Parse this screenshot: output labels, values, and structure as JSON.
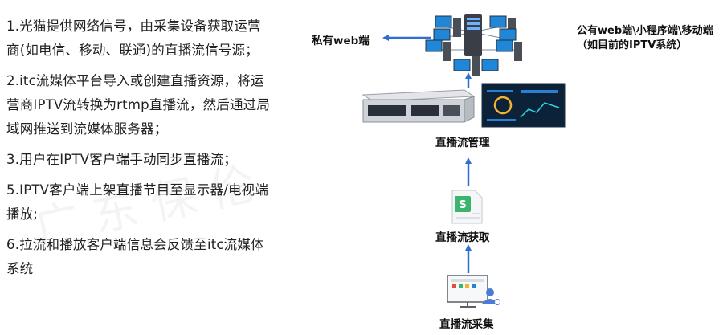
{
  "steps": [
    "1.光猫提供网络信号，由采集设备获取运营商(如电信、移动、联通)的直播流信号源；",
    "2.itc流媒体平台导入或创建直播资源，将运营商IPTV流转换为rtmp直播流，然后通过局域网推送到流媒体服务器；",
    "3.用户在IPTV客户端手动同步直播流；",
    "5.IPTV客户端上架直播节目至显示器/电视端播放;",
    "6.拉流和播放客户端信息会反馈至itc流媒体系统"
  ],
  "watermark": "广东保伦",
  "labels": {
    "private_web": "私有web端",
    "public_clients": "公有web端\\小程序端\\移动端（如目前的IPTV系统）",
    "stream_management": "直播流管理",
    "stream_acquisition": "直播流获取",
    "stream_capture": "直播流采集"
  },
  "colors": {
    "arrow": "#2f6fd0",
    "server": "#c9ccd2",
    "monitor_screen": "#1f86d8",
    "dashboard_bg": "#0b2238",
    "file_green": "#3bb46e"
  },
  "icons": {
    "network": "server-network-icon",
    "server": "rack-server-icon",
    "dashboard": "dashboard-monitor-icon",
    "file": "green-document-icon",
    "capture": "capture-device-user-icon"
  }
}
